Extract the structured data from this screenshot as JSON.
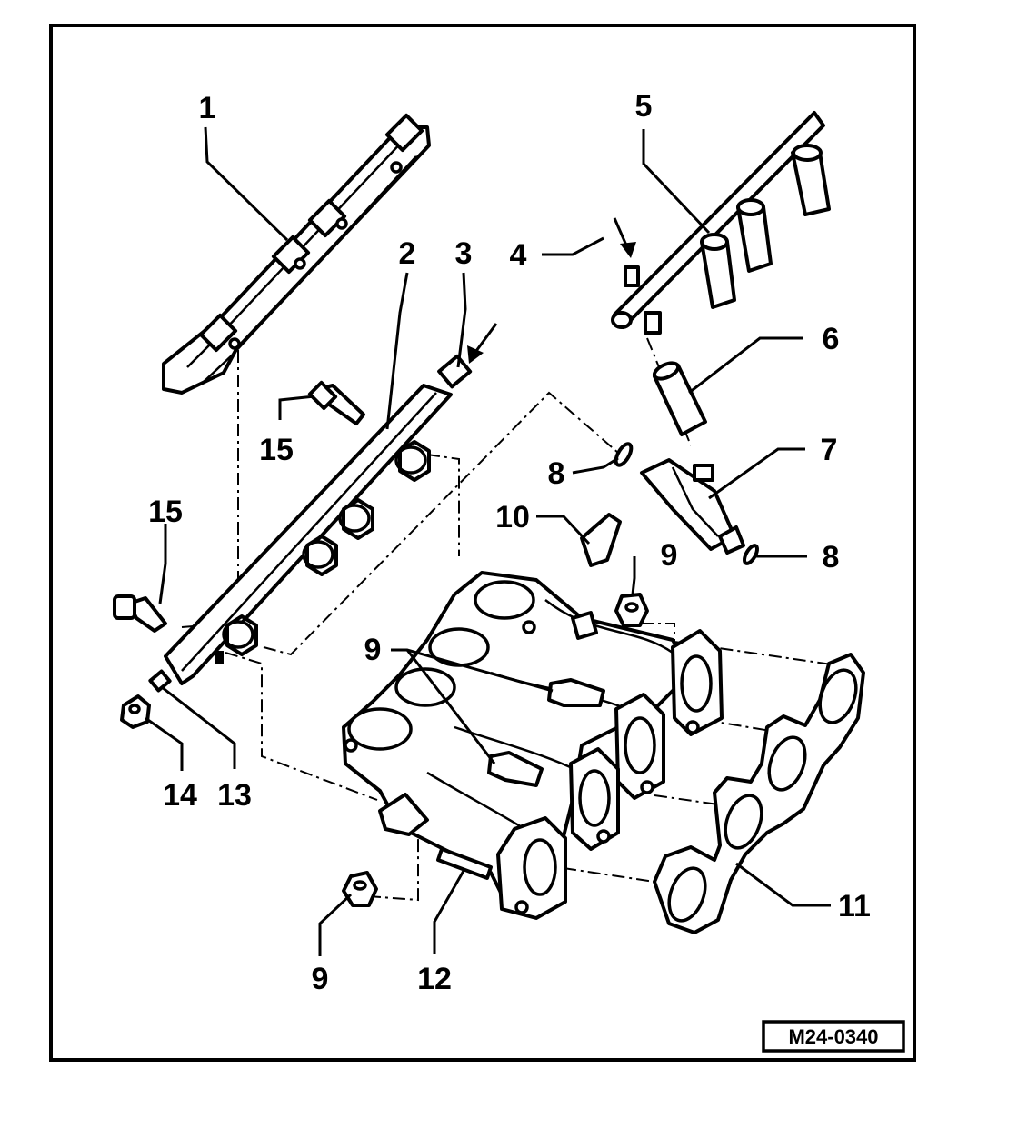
{
  "callouts": {
    "c1": "1",
    "c2": "2",
    "c3": "3",
    "c4": "4",
    "c5": "5",
    "c6": "6",
    "c7": "7",
    "c8a": "8",
    "c8b": "8",
    "c9a": "9",
    "c9b": "9",
    "c9c": "9",
    "c10": "10",
    "c11": "11",
    "c12": "12",
    "c13": "13",
    "c14": "14",
    "c15a": "15",
    "c15b": "15"
  },
  "reference_code": "M24-0340",
  "colors": {
    "ink": "#000000",
    "paper": "#ffffff"
  }
}
